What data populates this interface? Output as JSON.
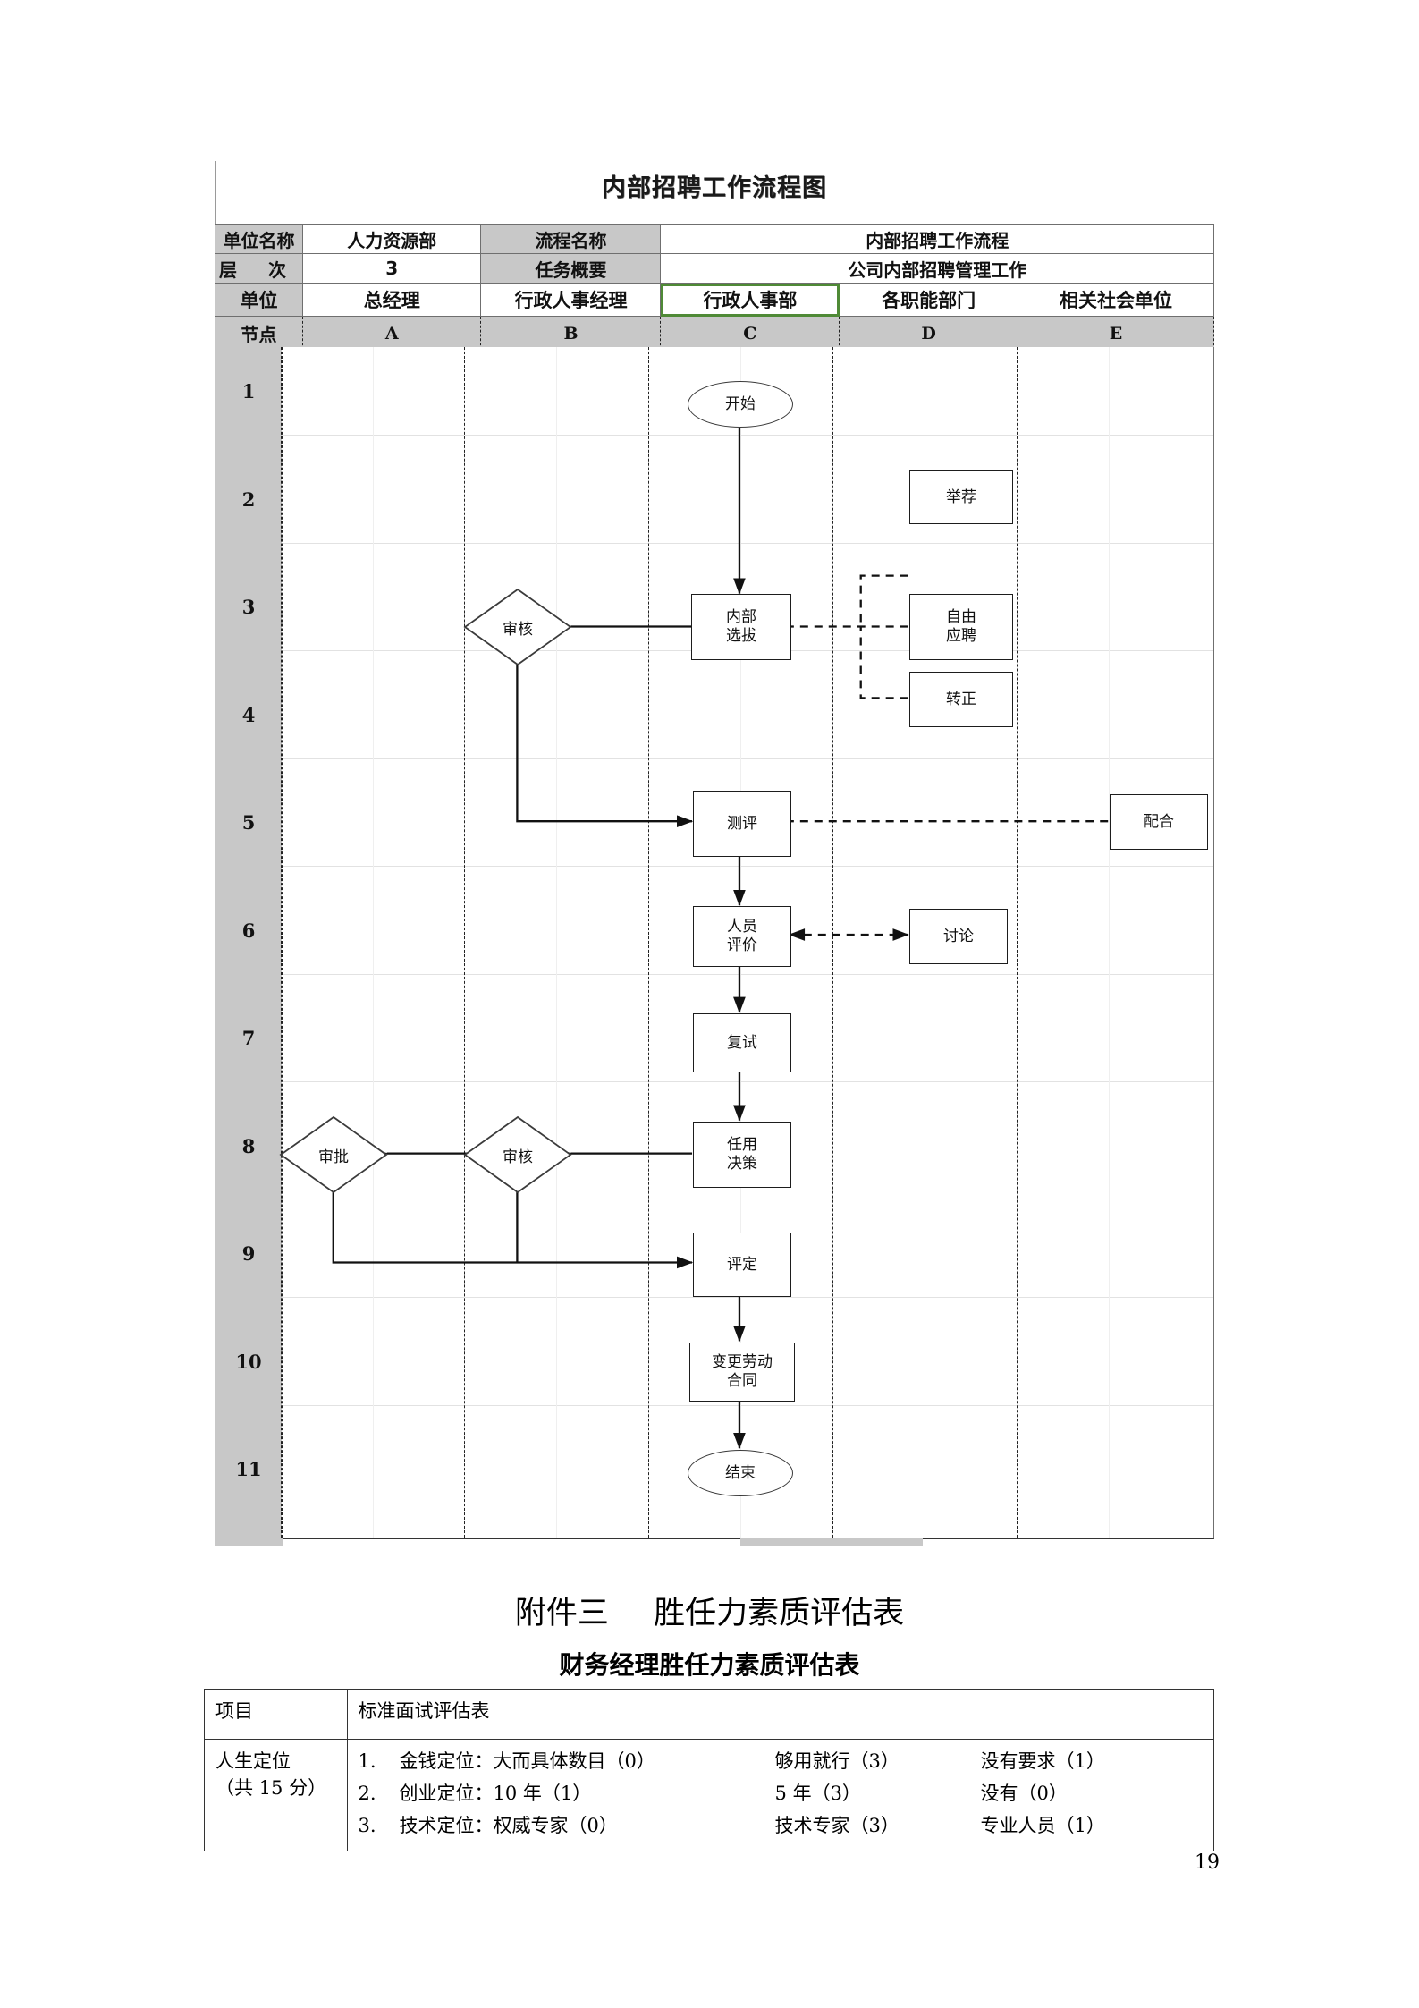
{
  "flowchart": {
    "title": "内部招聘工作流程图",
    "meta": {
      "unit_name_label": "单位名称",
      "unit_name_value": "人力资源部",
      "process_name_label": "流程名称",
      "process_name_value": "内部招聘工作流程",
      "level_label": "层    次",
      "level_value": "3",
      "task_summary_label": "任务概要",
      "task_summary_value": "公司内部招聘管理工作"
    },
    "lane_header": {
      "unit_label": "单位",
      "node_label": "节点",
      "lanes": [
        {
          "unit": "总经理",
          "node": "A",
          "highlighted": false
        },
        {
          "unit": "行政人事经理",
          "node": "B",
          "highlighted": false
        },
        {
          "unit": "行政人事部",
          "node": "C",
          "highlighted": true
        },
        {
          "unit": "各职能部门",
          "node": "D",
          "highlighted": false
        },
        {
          "unit": "相关社会单位",
          "node": "E",
          "highlighted": false
        }
      ],
      "highlight_color": "#4f8a36"
    },
    "row_numbers": [
      "1",
      "2",
      "3",
      "4",
      "5",
      "6",
      "7",
      "8",
      "9",
      "10",
      "11"
    ],
    "nodes": [
      {
        "id": "start",
        "label": "开始",
        "shape": "ellipse",
        "lane": "C",
        "row": 1
      },
      {
        "id": "recommend",
        "label": "举荐",
        "shape": "rect",
        "lane": "D",
        "row": 2
      },
      {
        "id": "review1",
        "label": "审核",
        "shape": "diamond",
        "lane": "B",
        "row": 3
      },
      {
        "id": "internal",
        "label": "内部\n选拔",
        "shape": "rect",
        "lane": "C",
        "row": 3
      },
      {
        "id": "freeapply",
        "label": "自由\n应聘",
        "shape": "rect",
        "lane": "D",
        "row": 3
      },
      {
        "id": "regular",
        "label": "转正",
        "shape": "rect",
        "lane": "D",
        "row": 4
      },
      {
        "id": "assess",
        "label": "测评",
        "shape": "rect",
        "lane": "C",
        "row": 5
      },
      {
        "id": "cooperate",
        "label": "配合",
        "shape": "rect",
        "lane": "E",
        "row": 5
      },
      {
        "id": "evalstaff",
        "label": "人员\n评价",
        "shape": "rect",
        "lane": "C",
        "row": 6
      },
      {
        "id": "discuss",
        "label": "讨论",
        "shape": "rect",
        "lane": "D",
        "row": 6
      },
      {
        "id": "reinterview",
        "label": "复试",
        "shape": "rect",
        "lane": "C",
        "row": 7
      },
      {
        "id": "approve",
        "label": "审批",
        "shape": "diamond",
        "lane": "A",
        "row": 8
      },
      {
        "id": "review2",
        "label": "审核",
        "shape": "diamond",
        "lane": "B",
        "row": 8
      },
      {
        "id": "decision",
        "label": "任用\n决策",
        "shape": "rect",
        "lane": "C",
        "row": 8
      },
      {
        "id": "rating",
        "label": "评定",
        "shape": "rect",
        "lane": "C",
        "row": 9
      },
      {
        "id": "contract",
        "label": "变更劳动\n合同",
        "shape": "rect",
        "lane": "C",
        "row": 10
      },
      {
        "id": "end",
        "label": "结束",
        "shape": "ellipse",
        "lane": "C",
        "row": 11
      }
    ],
    "edges": [
      {
        "from": "start",
        "to": "internal",
        "style": "solid"
      },
      {
        "from": "internal",
        "to": "review1",
        "style": "solid"
      },
      {
        "from": "recommend",
        "to": "internal",
        "style": "dashed"
      },
      {
        "from": "freeapply",
        "to": "internal",
        "style": "dashed"
      },
      {
        "from": "regular",
        "to": "internal",
        "style": "dashed"
      },
      {
        "from": "review1",
        "to": "assess",
        "style": "solid"
      },
      {
        "from": "cooperate",
        "to": "assess",
        "style": "dashed"
      },
      {
        "from": "assess",
        "to": "evalstaff",
        "style": "solid"
      },
      {
        "from": "evalstaff",
        "to": "discuss",
        "style": "dashed-both"
      },
      {
        "from": "evalstaff",
        "to": "reinterview",
        "style": "solid"
      },
      {
        "from": "reinterview",
        "to": "decision",
        "style": "solid"
      },
      {
        "from": "decision",
        "to": "review2",
        "style": "solid"
      },
      {
        "from": "review2",
        "to": "approve",
        "style": "solid"
      },
      {
        "from": "approve",
        "to": "rating",
        "style": "solid"
      },
      {
        "from": "review2",
        "to": "rating",
        "style": "solid"
      },
      {
        "from": "rating",
        "to": "contract",
        "style": "solid"
      },
      {
        "from": "contract",
        "to": "end",
        "style": "solid"
      }
    ]
  },
  "appendix": {
    "heading_prefix": "附件三",
    "heading_main": "胜任力素质评估表",
    "subtitle": "财务经理胜任力素质评估表",
    "table": {
      "headers": [
        "项目",
        "标准面试评估表"
      ],
      "row_item_title": "人生定位",
      "row_item_sub": "（共 15 分）",
      "items": [
        {
          "num": "1.",
          "opt1": "金钱定位：大而具体数目（0）",
          "opt2": "够用就行（3）",
          "opt3": "没有要求（1）"
        },
        {
          "num": "2.",
          "opt1": "创业定位：10 年（1）",
          "opt2": "5 年（3）",
          "opt3": "没有（0）"
        },
        {
          "num": "3.",
          "opt1": "技术定位：权威专家（0）",
          "opt2": "技术专家（3）",
          "opt3": "专业人员（1）"
        }
      ]
    }
  },
  "page_number": "19"
}
